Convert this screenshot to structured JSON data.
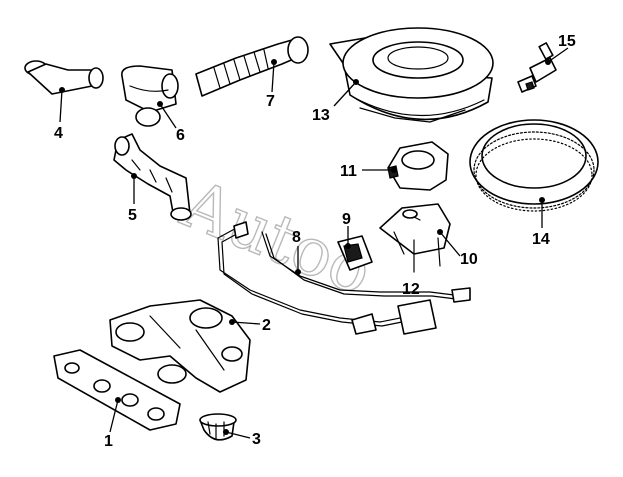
{
  "watermark": "Autoo",
  "callouts": [
    {
      "id": "1",
      "label": "1"
    },
    {
      "id": "2",
      "label": "2"
    },
    {
      "id": "3",
      "label": "3"
    },
    {
      "id": "4",
      "label": "4"
    },
    {
      "id": "5",
      "label": "5"
    },
    {
      "id": "6",
      "label": "6"
    },
    {
      "id": "7",
      "label": "7"
    },
    {
      "id": "8",
      "label": "8"
    },
    {
      "id": "9",
      "label": "9"
    },
    {
      "id": "10",
      "label": "10"
    },
    {
      "id": "11",
      "label": "11"
    },
    {
      "id": "12",
      "label": "12"
    },
    {
      "id": "13",
      "label": "13"
    },
    {
      "id": "14",
      "label": "14"
    },
    {
      "id": "15",
      "label": "15"
    }
  ]
}
